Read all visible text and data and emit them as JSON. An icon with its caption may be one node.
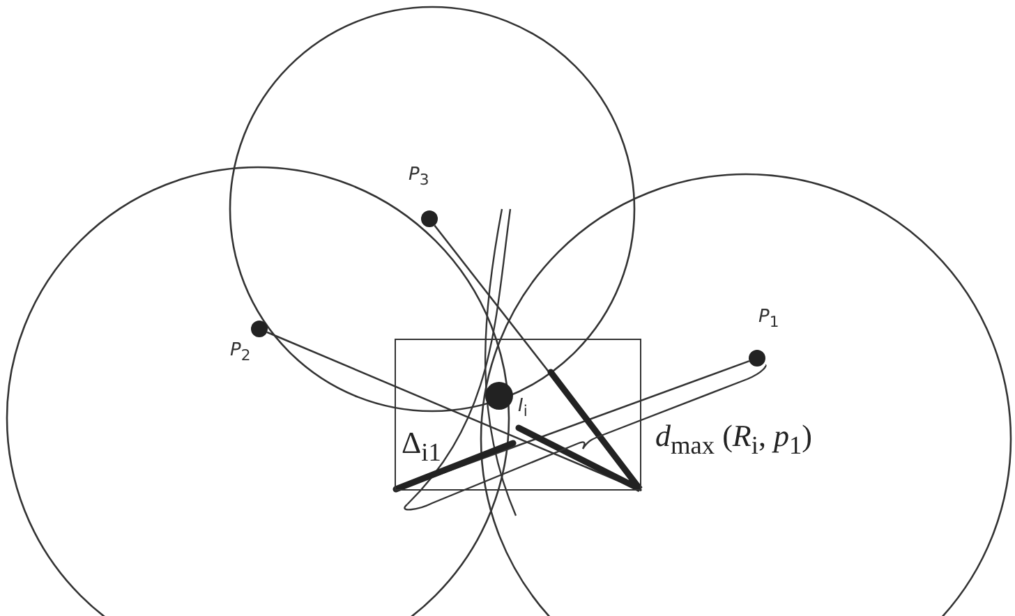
{
  "diagram": {
    "nodes": [
      {
        "text": [],
        "shape": "box"
      },
      {
        "text": [],
        "shape": "circle",
        "beside": [
          "*P*$_{1}$"
        ]
      },
      {
        "text": [],
        "shape": "circle",
        "beside": [
          "*P*$_{2}$"
        ]
      },
      {
        "text": [],
        "shape": "circle",
        "beside": [
          "*P*$_{3}$"
        ]
      },
      {
        "text": [],
        "shape": "circle",
        "beside": [
          "*I*$_{i}$"
        ],
        "in": 0
      }
    ],
    "edges": [
      {
        "from": 1,
        "to": 0,
        "arrow": "none"
      },
      {
        "from": 2,
        "to": 0,
        "arrow": "none"
      },
      {
        "from": 3,
        "to": 0,
        "arrow": "none"
      }
    ],
    "labels": [
      "Δ$_{i1}$",
      "*d*$_{max}$ (*R*$_{i}$, *p*$_{1}$)"
    ]
  }
}
